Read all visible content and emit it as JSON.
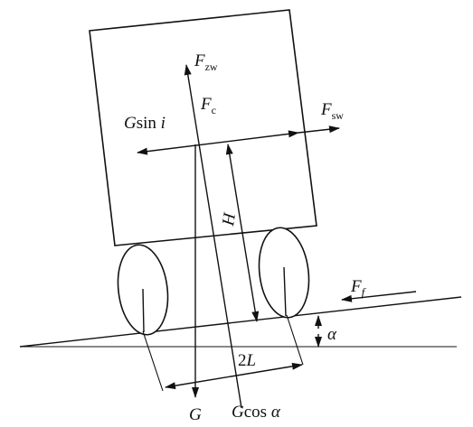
{
  "labels": {
    "f_zw": {
      "main": "F",
      "sub": "zw"
    },
    "f_c": {
      "main": "F",
      "sub": "c"
    },
    "f_sw": {
      "main": "F",
      "sub": "sw"
    },
    "g_sin": {
      "main": "G",
      "rest": "sin ",
      "var": "i"
    },
    "h": "H",
    "f_f": {
      "main": "F",
      "sub": "f"
    },
    "alpha": "α",
    "two_l": {
      "num": "2",
      "var": "L"
    },
    "g": "G",
    "g_cos": {
      "main": "G",
      "rest": "cos ",
      "var": "α"
    }
  },
  "colors": {
    "ink": "#111111",
    "background": "#ffffff"
  }
}
